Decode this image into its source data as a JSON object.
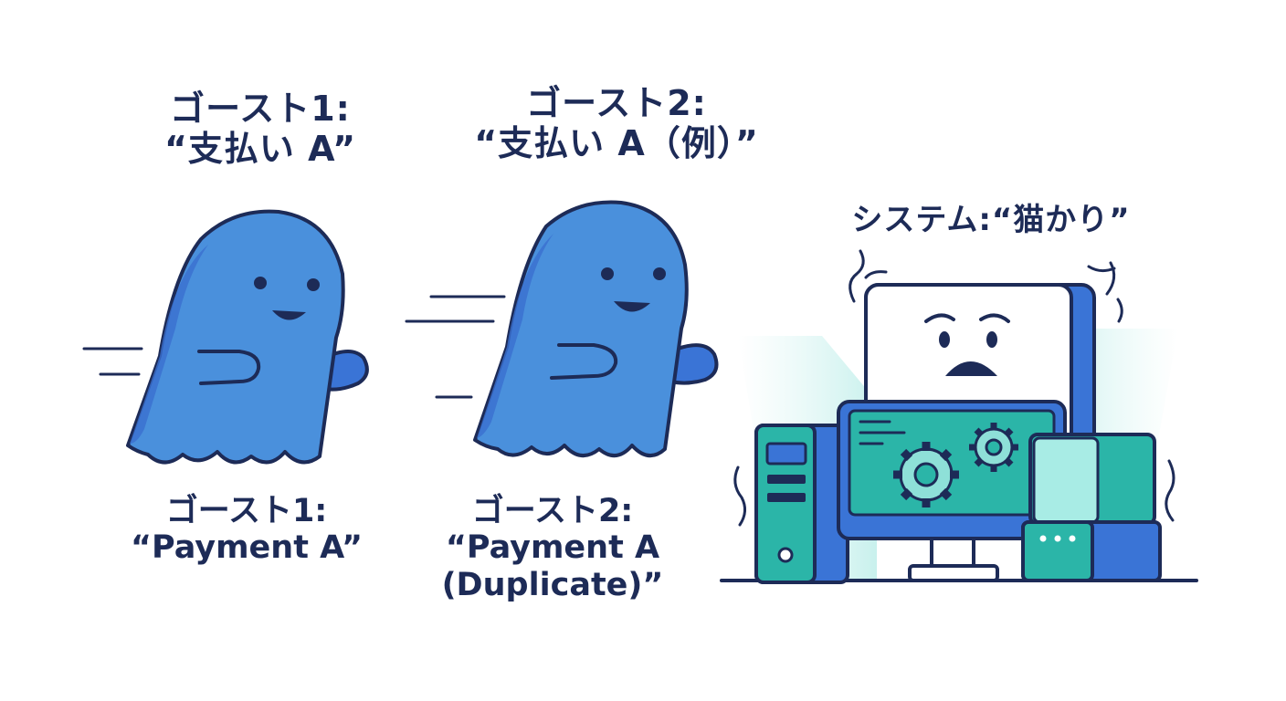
{
  "ghost1": {
    "title_line1": "ゴースト1:",
    "title_line2": "“支払い A”",
    "en_line1": "ゴースト1:",
    "en_line2": "“Payment A”"
  },
  "ghost2": {
    "title_line1": "ゴースト2:",
    "title_line2": "“支払い A（例）”",
    "en_line1": "ゴースト2:",
    "en_line2": "“Payment A",
    "en_line3": "(Duplicate)”"
  },
  "system": {
    "title": "システム:“猫かり”"
  },
  "colors": {
    "ink": "#1d2b57",
    "ghost_fill": "#4a90dc",
    "ghost_shade": "#3a6fd0",
    "teal": "#2bb5a8",
    "teal_light": "#5fd0c4",
    "blue": "#3a74d6",
    "glow": "#c9f1ee"
  },
  "icons": [
    "ghost-icon",
    "computer-icon",
    "monitor-icon",
    "gear-icon",
    "speed-lines-icon"
  ]
}
